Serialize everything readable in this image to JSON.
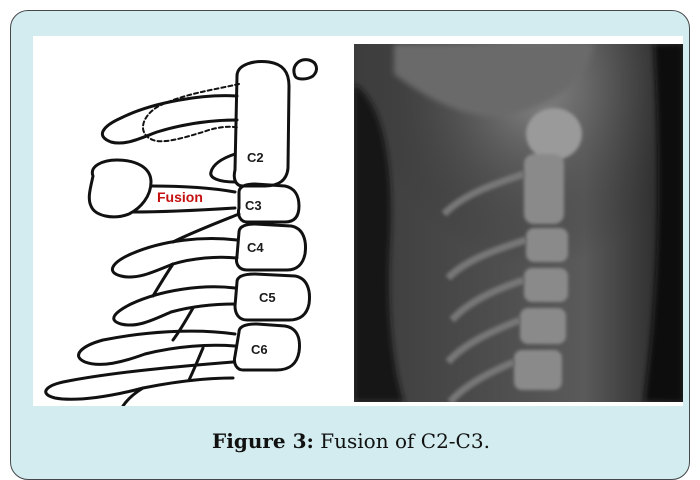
{
  "figure": {
    "caption_label": "Figure 3:",
    "caption_text": "Fusion of C2-C3.",
    "colors": {
      "frame_background": "#d2ecef",
      "frame_border": "#45474a",
      "fusion_label": "#c41010"
    }
  },
  "diagram": {
    "labels": {
      "c2": "C2",
      "c3": "C3",
      "c4": "C4",
      "c5": "C5",
      "c6": "C6",
      "fusion": "Fusion"
    }
  },
  "xray": {
    "description_icon": "cervical-spine-radiograph-icon"
  }
}
